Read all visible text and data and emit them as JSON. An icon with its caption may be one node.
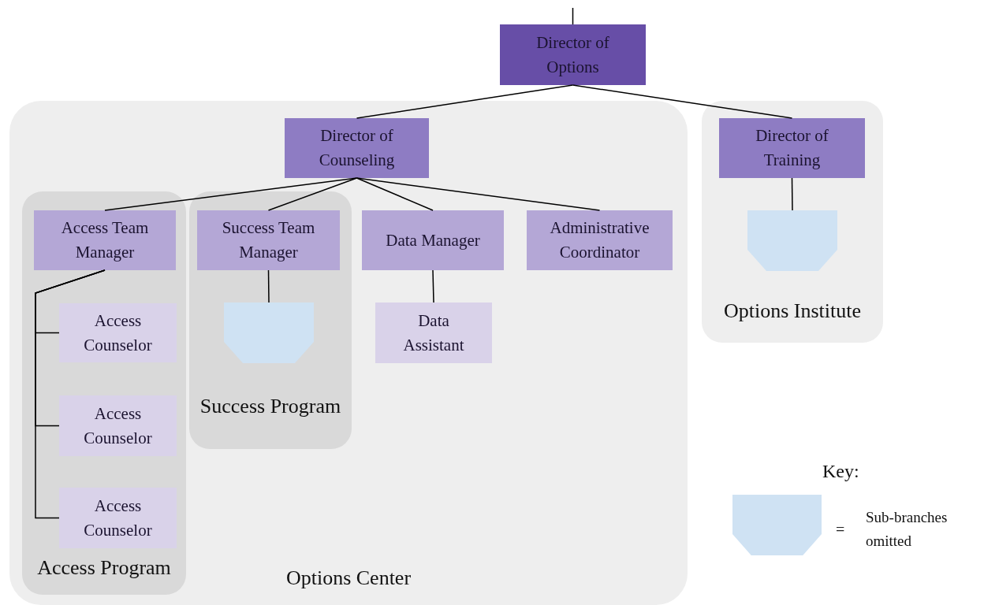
{
  "diagram": {
    "nodes": [
      {
        "text": [
          "Director of Options"
        ]
      },
      {
        "text": [
          "Options Center"
        ]
      },
      {
        "text": [
          "Director of Counseling"
        ],
        "in": 1
      },
      {
        "text": [
          "Access Program"
        ],
        "in": 1
      },
      {
        "text": [
          "Access Team Manager"
        ],
        "in": 3
      },
      {
        "text": [
          "Success Program"
        ],
        "in": 1
      },
      {
        "text": [
          "Success Team Manager"
        ],
        "in": 5
      },
      {
        "text": [
          "Data Manager"
        ],
        "in": 1
      },
      {
        "text": [
          "Administrative Coordinator"
        ],
        "in": 1
      },
      {
        "text": [
          "Access Counselor"
        ],
        "in": 3
      },
      {
        "text": [
          "Access Counselor"
        ],
        "in": 3
      },
      {
        "text": [
          "Access Counselor"
        ],
        "in": 3
      },
      {
        "text": [],
        "shape": "box",
        "in": 5
      },
      {
        "text": [
          "Data Assistant"
        ],
        "in": 1
      },
      {
        "text": [
          "Options Institute"
        ]
      },
      {
        "text": [
          "Director of Training"
        ],
        "in": 14
      },
      {
        "text": [],
        "shape": "box",
        "in": 14
      }
    ],
    "edges": [
      {
        "from": null,
        "to": 0,
        "arrow": "none"
      },
      {
        "from": 0,
        "to": 2,
        "arrow": "none"
      },
      {
        "from": 0,
        "to": 15,
        "arrow": "none"
      },
      {
        "from": 2,
        "to": 4,
        "arrow": "none"
      },
      {
        "from": 2,
        "to": 6,
        "arrow": "none"
      },
      {
        "from": 2,
        "to": 7,
        "arrow": "none"
      },
      {
        "from": 2,
        "to": 8,
        "arrow": "none"
      },
      {
        "from": 4,
        "to": 9,
        "arrow": "none"
      },
      {
        "from": 4,
        "to": 10,
        "arrow": "none"
      },
      {
        "from": 4,
        "to": 11,
        "arrow": "none"
      },
      {
        "from": 6,
        "to": 12,
        "arrow": "none"
      },
      {
        "from": 7,
        "to": 13,
        "arrow": "none"
      },
      {
        "from": 15,
        "to": 16,
        "arrow": "none"
      }
    ],
    "labels": [
      "Key:",
      "="
    ],
    "legend": [
      {
        "text": "Sub-branches omitted"
      }
    ]
  }
}
